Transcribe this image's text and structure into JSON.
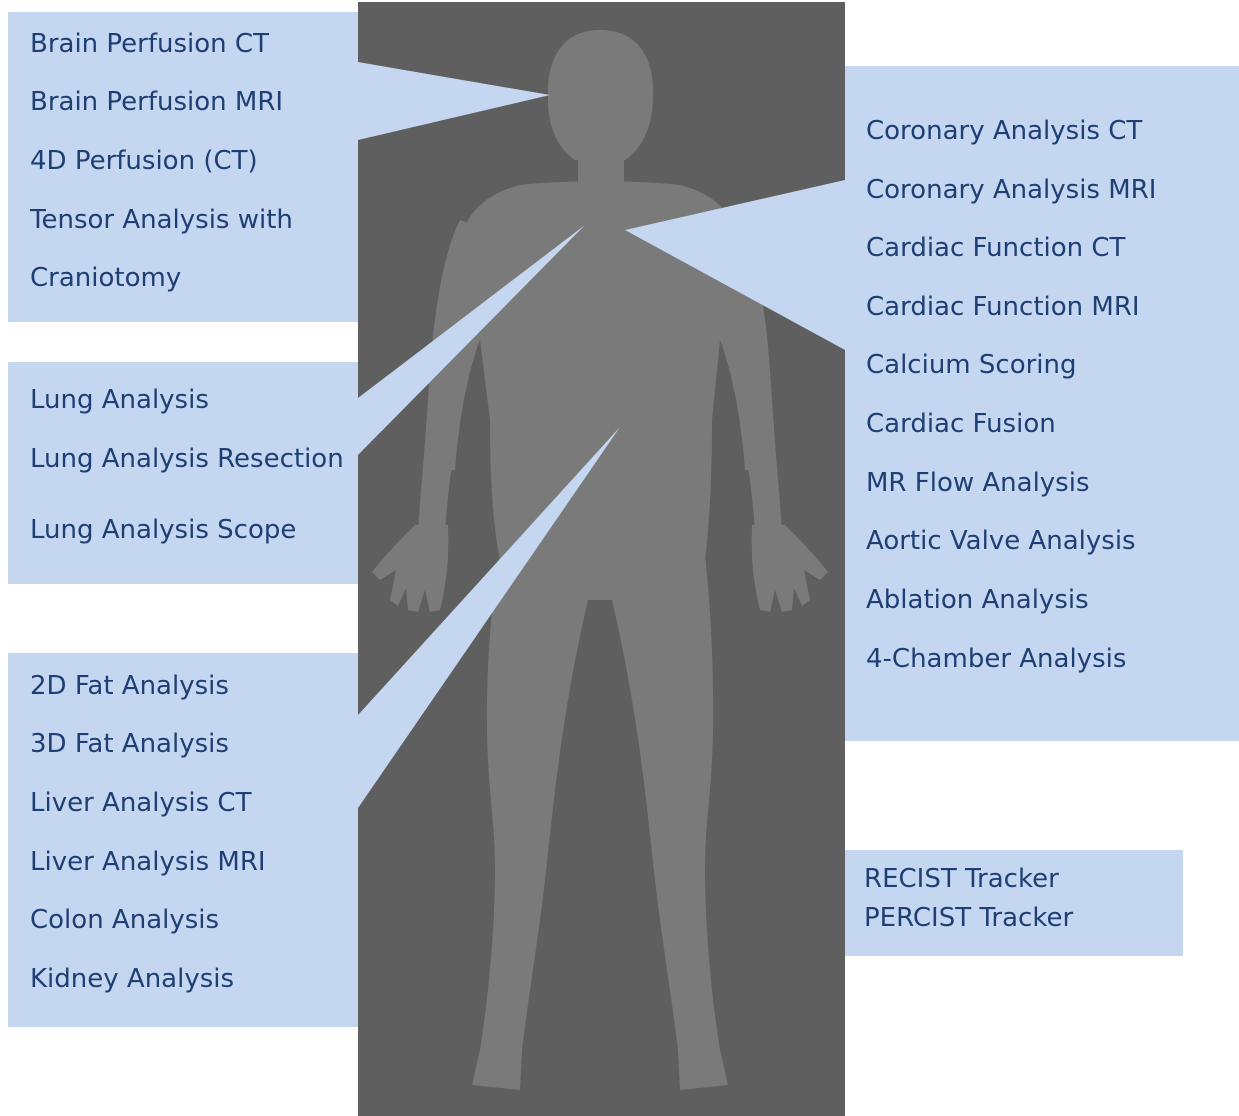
{
  "colors": {
    "panel": "#c5d7f0",
    "text": "#1f3f74",
    "background_dark": "#5f5f5f",
    "body_silhouette": "#7a7a7a"
  },
  "groups": {
    "head": {
      "items": [
        "Brain Perfusion CT",
        "Brain Perfusion MRI",
        "4D Perfusion (CT)",
        "Tensor Analysis with",
        "Craniotomy"
      ]
    },
    "lung": {
      "items": [
        "Lung Analysis",
        "Lung Analysis Resection",
        "Lung Analysis Scope"
      ]
    },
    "abdomen": {
      "items": [
        "2D  Fat Analysis",
        "3D Fat Analysis",
        "Liver Analysis CT",
        "Liver Analysis MRI",
        "Colon Analysis",
        "Kidney Analysis"
      ]
    },
    "cardiac": {
      "items": [
        "Coronary Analysis  CT",
        "Coronary Analysis MRI",
        "Cardiac Function CT",
        "Cardiac Function  MRI",
        "Calcium Scoring",
        "Cardiac Fusion",
        "MR Flow Analysis",
        "Aortic Valve Analysis",
        "Ablation Analysis",
        "4-Chamber Analysis"
      ]
    },
    "tracking": {
      "items": [
        "RECIST Tracker",
        "PERCIST Tracker"
      ]
    }
  }
}
